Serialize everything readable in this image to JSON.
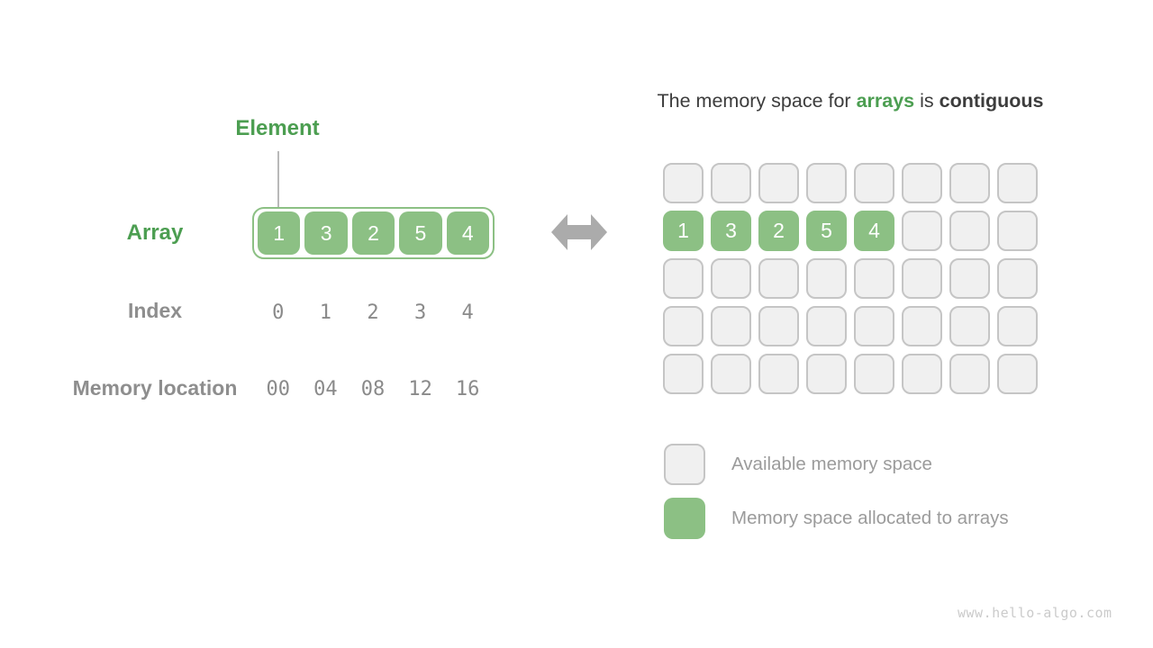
{
  "colors": {
    "green_fill": "#8cc084",
    "green_text": "#4c9e51",
    "gray_label": "#8e8e8e",
    "title_dark": "#3c3c3c",
    "cell_bg": "#f0f0f0",
    "cell_border": "#c5c5c5",
    "arrow_gray": "#ababab",
    "legend_text": "#9b9b9b",
    "watermark_gray": "#cbcbcb"
  },
  "left": {
    "element_label": "Element",
    "array_label": "Array",
    "array_values": [
      "1",
      "3",
      "2",
      "5",
      "4"
    ],
    "index_label": "Index",
    "index_values": [
      "0",
      "1",
      "2",
      "3",
      "4"
    ],
    "memory_label": "Memory location",
    "memory_values": [
      "00",
      "04",
      "08",
      "12",
      "16"
    ]
  },
  "right": {
    "title": {
      "prefix": "The memory space for ",
      "highlight": "arrays",
      "middle": " is ",
      "bold": "contiguous"
    },
    "grid": {
      "rows": 5,
      "cols": 8,
      "allocated_row": 1,
      "allocated_values": [
        "1",
        "3",
        "2",
        "5",
        "4"
      ]
    },
    "legend": {
      "available_label": "Available memory space",
      "allocated_label": "Memory space allocated to arrays"
    }
  },
  "watermark": "www.hello-algo.com"
}
